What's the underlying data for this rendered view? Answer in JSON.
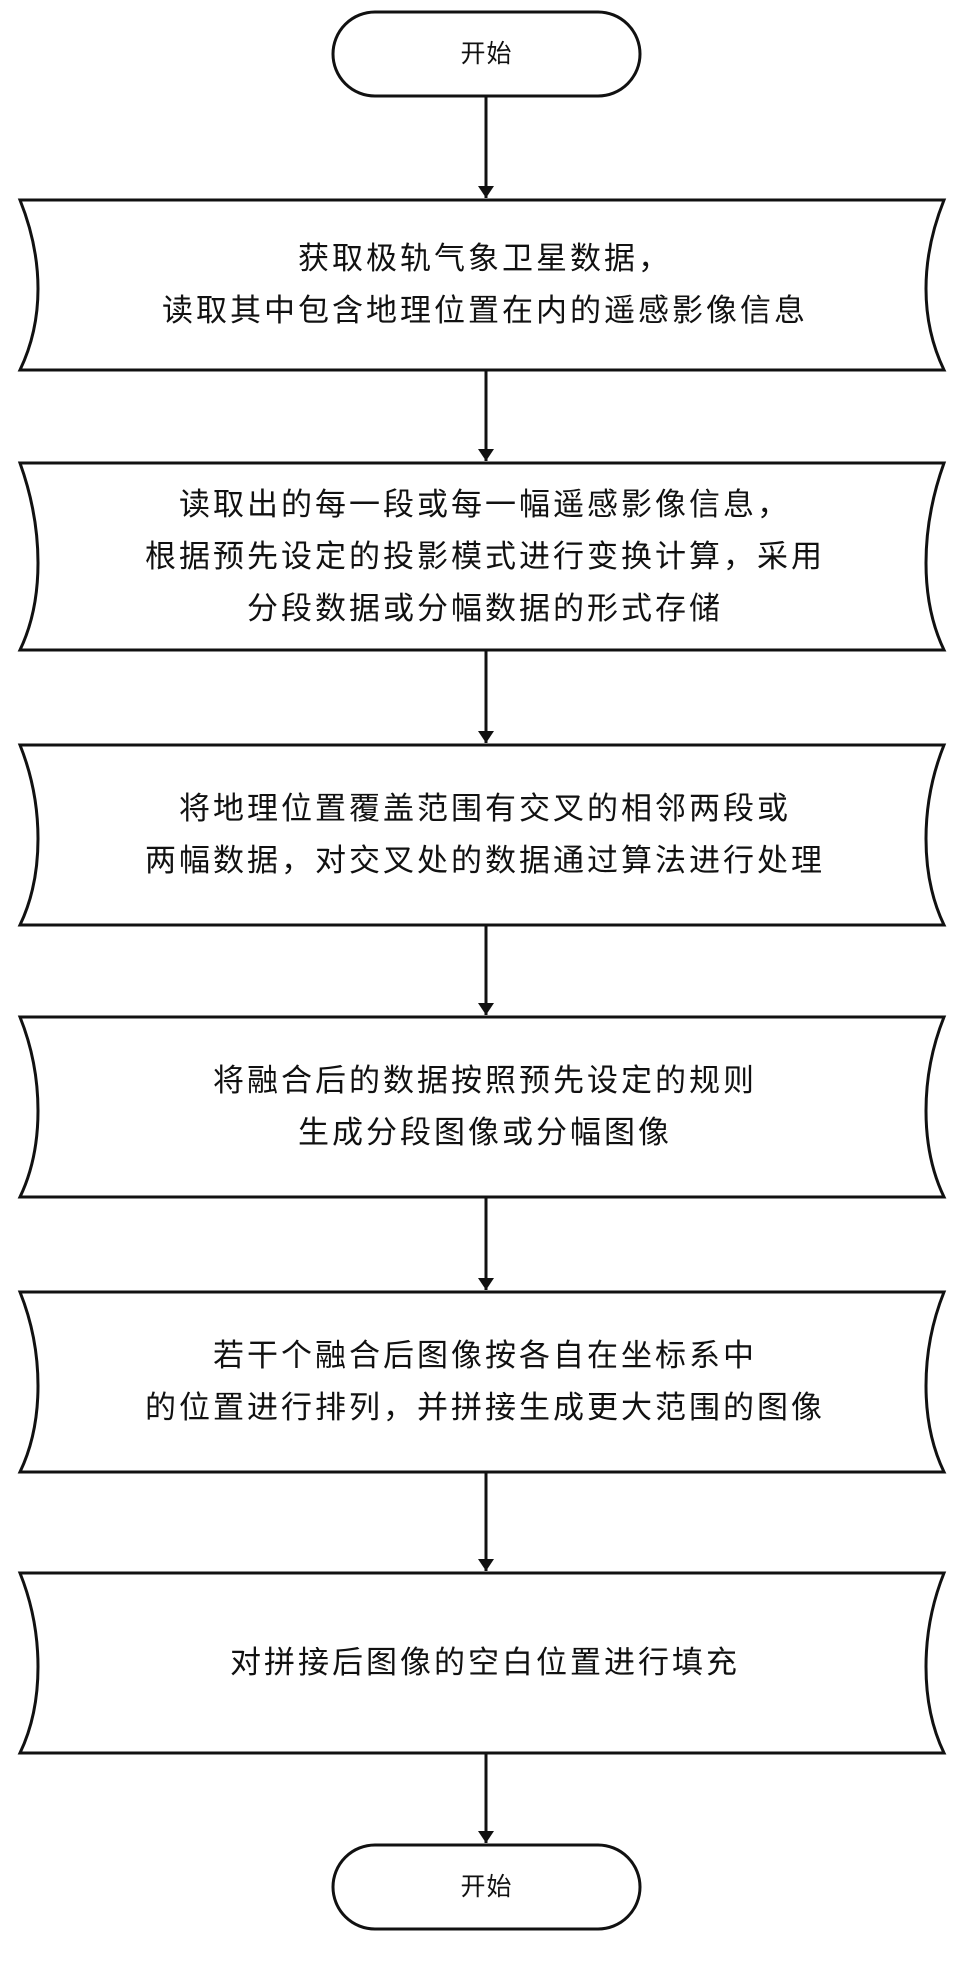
{
  "flowchart": {
    "start": {
      "label": "开始"
    },
    "steps": [
      {
        "lines": [
          "获取极轨气象卫星数据，",
          "读取其中包含地理位置在内的遥感影像信息"
        ]
      },
      {
        "lines": [
          "读取出的每一段或每一幅遥感影像信息，",
          "根据预先设定的投影模式进行变换计算，采用",
          "分段数据或分幅数据的形式存储"
        ]
      },
      {
        "lines": [
          "将地理位置覆盖范围有交叉的相邻两段或",
          "两幅数据，对交叉处的数据通过算法进行处理"
        ]
      },
      {
        "lines": [
          "将融合后的数据按照预先设定的规则",
          "生成分段图像或分幅图像"
        ]
      },
      {
        "lines": [
          "若干个融合后图像按各自在坐标系中",
          "的位置进行排列，并拼接生成更大范围的图像"
        ]
      },
      {
        "lines": [
          "对拼接后图像的空白位置进行填充"
        ]
      }
    ],
    "end": {
      "label": "开始"
    }
  }
}
